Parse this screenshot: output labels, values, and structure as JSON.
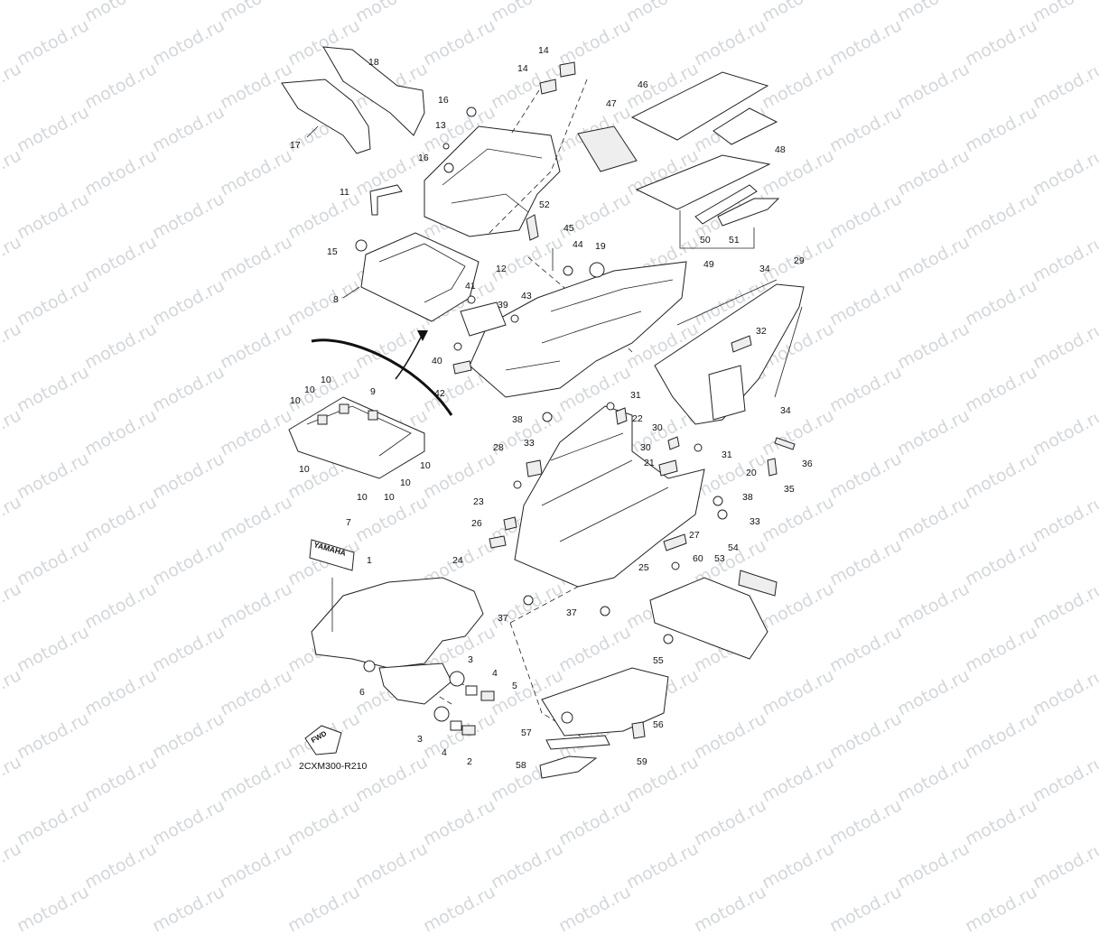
{
  "watermark": "motod.ru",
  "diagram_code": "2CXM300-R210",
  "fwd_label": "FWD",
  "brand_decal": "YAMAHA",
  "callouts": [
    {
      "id": "c1",
      "label": "1"
    },
    {
      "id": "c2",
      "label": "2"
    },
    {
      "id": "c3a",
      "label": "3"
    },
    {
      "id": "c3b",
      "label": "3"
    },
    {
      "id": "c4a",
      "label": "4"
    },
    {
      "id": "c4b",
      "label": "4"
    },
    {
      "id": "c5",
      "label": "5"
    },
    {
      "id": "c6",
      "label": "6"
    },
    {
      "id": "c7",
      "label": "7"
    },
    {
      "id": "c8",
      "label": "8"
    },
    {
      "id": "c9",
      "label": "9"
    },
    {
      "id": "c10a",
      "label": "10"
    },
    {
      "id": "c10b",
      "label": "10"
    },
    {
      "id": "c10c",
      "label": "10"
    },
    {
      "id": "c10d",
      "label": "10"
    },
    {
      "id": "c10e",
      "label": "10"
    },
    {
      "id": "c10f",
      "label": "10"
    },
    {
      "id": "c10g",
      "label": "10"
    },
    {
      "id": "c10h",
      "label": "10"
    },
    {
      "id": "c11",
      "label": "11"
    },
    {
      "id": "c12",
      "label": "12"
    },
    {
      "id": "c13",
      "label": "13"
    },
    {
      "id": "c14a",
      "label": "14"
    },
    {
      "id": "c14b",
      "label": "14"
    },
    {
      "id": "c15",
      "label": "15"
    },
    {
      "id": "c16a",
      "label": "16"
    },
    {
      "id": "c16b",
      "label": "16"
    },
    {
      "id": "c17",
      "label": "17"
    },
    {
      "id": "c18",
      "label": "18"
    },
    {
      "id": "c19",
      "label": "19"
    },
    {
      "id": "c20",
      "label": "20"
    },
    {
      "id": "c21",
      "label": "21"
    },
    {
      "id": "c22",
      "label": "22"
    },
    {
      "id": "c23",
      "label": "23"
    },
    {
      "id": "c24",
      "label": "24"
    },
    {
      "id": "c25",
      "label": "25"
    },
    {
      "id": "c26",
      "label": "26"
    },
    {
      "id": "c27",
      "label": "27"
    },
    {
      "id": "c28",
      "label": "28"
    },
    {
      "id": "c29",
      "label": "29"
    },
    {
      "id": "c30a",
      "label": "30"
    },
    {
      "id": "c30b",
      "label": "30"
    },
    {
      "id": "c31a",
      "label": "31"
    },
    {
      "id": "c31b",
      "label": "31"
    },
    {
      "id": "c32",
      "label": "32"
    },
    {
      "id": "c33a",
      "label": "33"
    },
    {
      "id": "c33b",
      "label": "33"
    },
    {
      "id": "c34a",
      "label": "34"
    },
    {
      "id": "c34b",
      "label": "34"
    },
    {
      "id": "c35",
      "label": "35"
    },
    {
      "id": "c36",
      "label": "36"
    },
    {
      "id": "c37a",
      "label": "37"
    },
    {
      "id": "c37b",
      "label": "37"
    },
    {
      "id": "c38a",
      "label": "38"
    },
    {
      "id": "c38b",
      "label": "38"
    },
    {
      "id": "c39",
      "label": "39"
    },
    {
      "id": "c40",
      "label": "40"
    },
    {
      "id": "c41",
      "label": "41"
    },
    {
      "id": "c42",
      "label": "42"
    },
    {
      "id": "c43",
      "label": "43"
    },
    {
      "id": "c44",
      "label": "44"
    },
    {
      "id": "c45",
      "label": "45"
    },
    {
      "id": "c46",
      "label": "46"
    },
    {
      "id": "c47",
      "label": "47"
    },
    {
      "id": "c48",
      "label": "48"
    },
    {
      "id": "c49",
      "label": "49"
    },
    {
      "id": "c50",
      "label": "50"
    },
    {
      "id": "c51",
      "label": "51"
    },
    {
      "id": "c52",
      "label": "52"
    },
    {
      "id": "c53",
      "label": "53"
    },
    {
      "id": "c54",
      "label": "54"
    },
    {
      "id": "c55",
      "label": "55"
    },
    {
      "id": "c56",
      "label": "56"
    },
    {
      "id": "c57",
      "label": "57"
    },
    {
      "id": "c58",
      "label": "58"
    },
    {
      "id": "c59",
      "label": "59"
    },
    {
      "id": "c60",
      "label": "60"
    }
  ]
}
